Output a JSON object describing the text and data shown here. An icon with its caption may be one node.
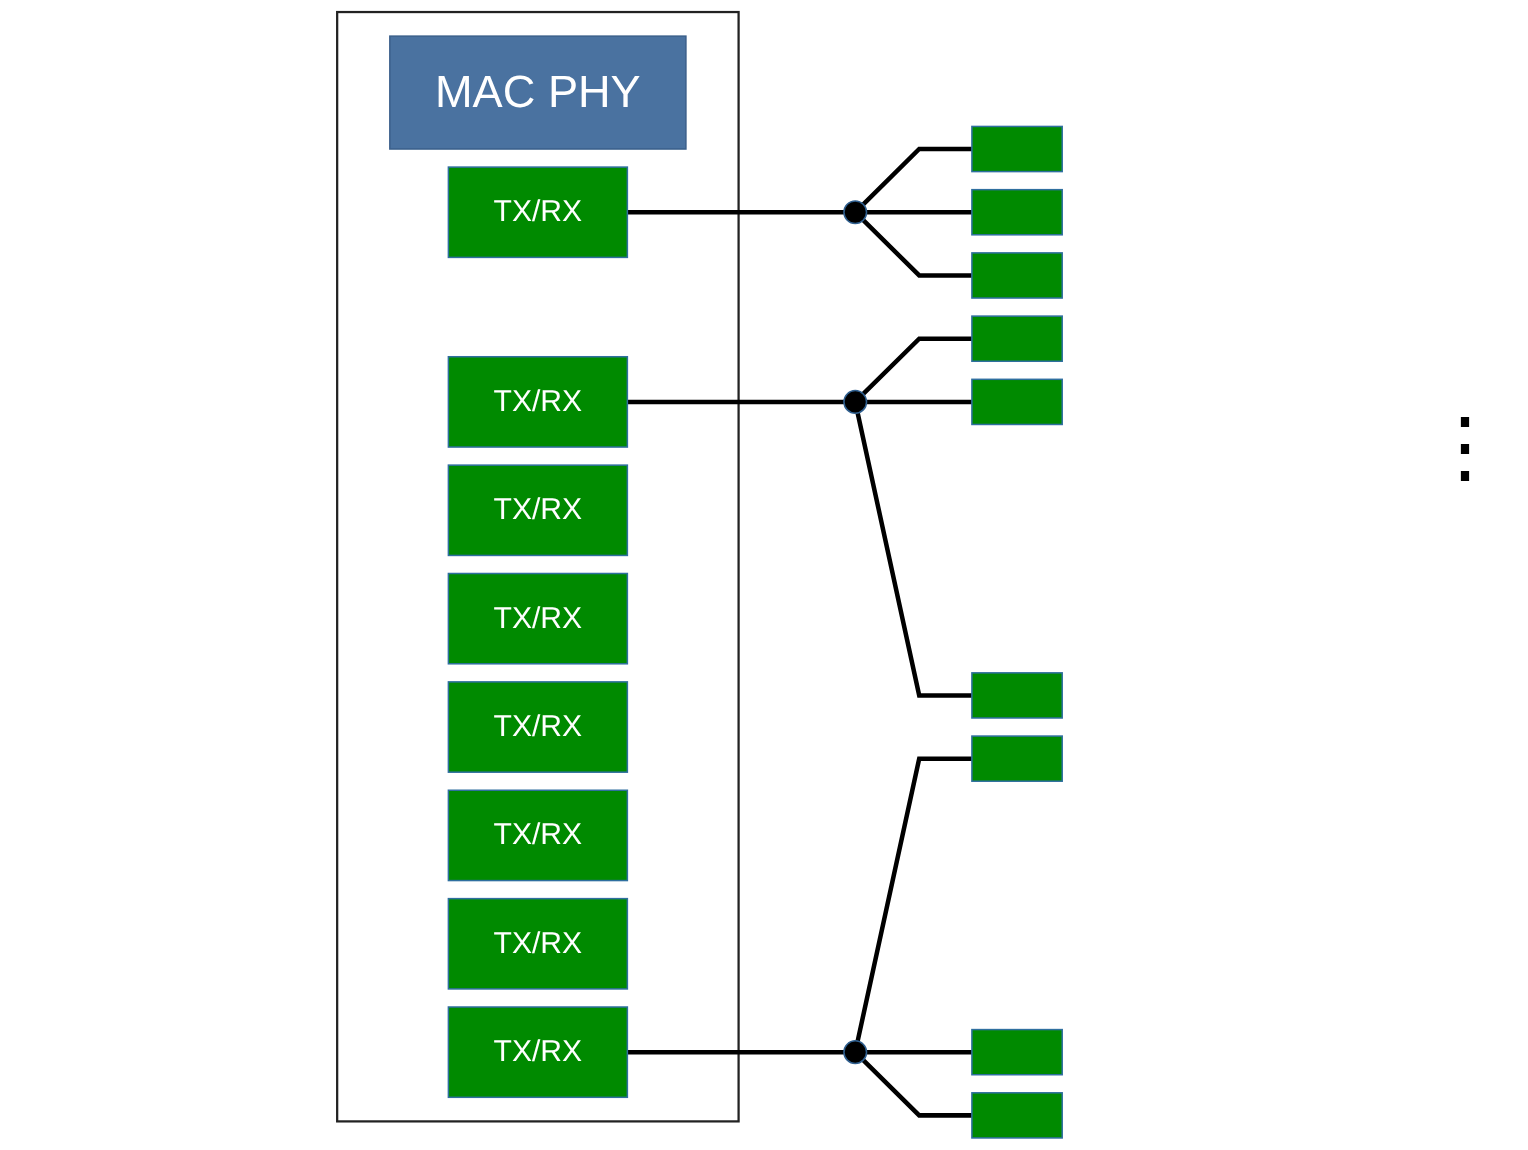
{
  "diagram": {
    "nodes": [
      {
        "text": [],
        "shape": "box"
      },
      {
        "text": [
          "MAC PHY"
        ],
        "in": 0
      },
      {
        "text": [
          "TX/RX"
        ],
        "in": 0
      },
      {
        "text": [
          "TX/RX"
        ],
        "in": 0
      },
      {
        "text": [
          "TX/RX"
        ],
        "in": 0
      },
      {
        "text": [
          "TX/RX"
        ],
        "in": 0
      },
      {
        "text": [
          "TX/RX"
        ],
        "in": 0
      },
      {
        "text": [
          "TX/RX"
        ],
        "in": 0
      },
      {
        "text": [
          "TX/RX"
        ],
        "in": 0
      },
      {
        "text": [
          "TX/RX"
        ],
        "in": 0
      },
      {
        "text": [],
        "shape": "circle"
      },
      {
        "text": [],
        "shape": "circle"
      },
      {
        "text": [],
        "shape": "circle"
      },
      {
        "text": [],
        "shape": "box"
      },
      {
        "text": [],
        "shape": "box"
      },
      {
        "text": [],
        "shape": "box"
      },
      {
        "text": [],
        "shape": "box"
      },
      {
        "text": [],
        "shape": "box"
      },
      {
        "text": [],
        "shape": "box"
      },
      {
        "text": [],
        "shape": "box"
      },
      {
        "text": [],
        "shape": "box"
      },
      {
        "text": [],
        "shape": "box"
      }
    ],
    "edges": [
      {
        "from": 2,
        "to": 10,
        "arrow": "none"
      },
      {
        "from": 3,
        "to": 11,
        "arrow": "none"
      },
      {
        "from": 9,
        "to": 12,
        "arrow": "none"
      },
      {
        "from": 10,
        "to": 13,
        "arrow": "none"
      },
      {
        "from": 10,
        "to": 14,
        "arrow": "none"
      },
      {
        "from": 10,
        "to": 15,
        "arrow": "none"
      },
      {
        "from": 11,
        "to": 16,
        "arrow": "none"
      },
      {
        "from": 11,
        "to": 17,
        "arrow": "none"
      },
      {
        "from": 11,
        "to": 18,
        "arrow": "none"
      },
      {
        "from": 12,
        "to": 19,
        "arrow": "none"
      },
      {
        "from": 12,
        "to": 20,
        "arrow": "none"
      },
      {
        "from": 12,
        "to": 21,
        "arrow": "none"
      }
    ],
    "labels": [
      "⋮"
    ]
  }
}
